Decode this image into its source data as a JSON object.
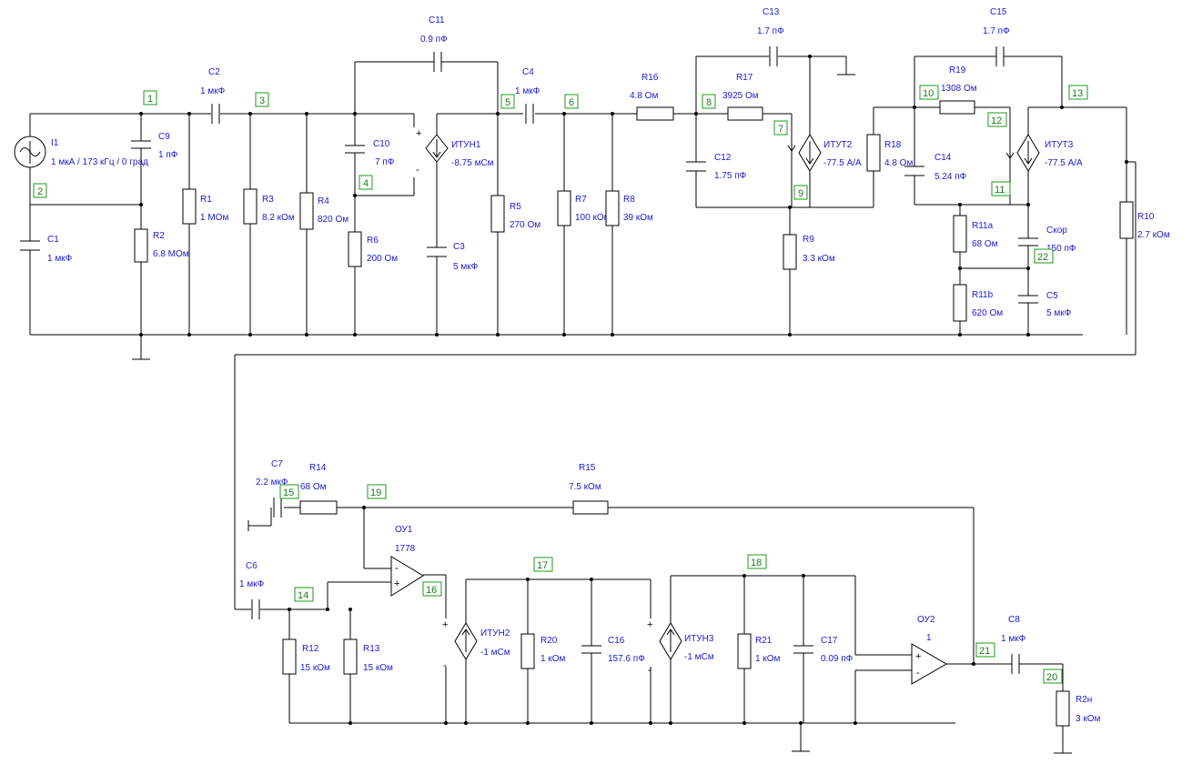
{
  "components": {
    "I1": {
      "name": "I1",
      "value": "1 мкА / 173 кГц / 0 град"
    },
    "C1": {
      "name": "C1",
      "value": "1 мкФ"
    },
    "C9": {
      "name": "C9",
      "value": "1 пФ"
    },
    "R2": {
      "name": "R2",
      "value": "6.8 МОм"
    },
    "C2": {
      "name": "C2",
      "value": "1 мкФ"
    },
    "R1": {
      "name": "R1",
      "value": "1 МОм"
    },
    "R3": {
      "name": "R3",
      "value": "8.2 кОм"
    },
    "R4": {
      "name": "R4",
      "value": "820 Ом"
    },
    "C10": {
      "name": "C10",
      "value": "7 пФ"
    },
    "R6": {
      "name": "R6",
      "value": "200 Ом"
    },
    "C11": {
      "name": "C11",
      "value": "0.9 пФ"
    },
    "ITUN1": {
      "name": "ИТУН1",
      "value": "-8.75 мСм"
    },
    "C3": {
      "name": "C3",
      "value": "5 мкФ"
    },
    "R5": {
      "name": "R5",
      "value": "270 Ом"
    },
    "C4": {
      "name": "C4",
      "value": "1 мкФ"
    },
    "R7": {
      "name": "R7",
      "value": "100 кОм"
    },
    "R8": {
      "name": "R8",
      "value": "39 кОм"
    },
    "R16": {
      "name": "R16",
      "value": "4.8 Ом"
    },
    "C12": {
      "name": "C12",
      "value": "1.75 пФ"
    },
    "R17": {
      "name": "R17",
      "value": "3925 Ом"
    },
    "C13": {
      "name": "C13",
      "value": "1.7 пФ"
    },
    "ITUT2": {
      "name": "ИТУТ2",
      "value": "-77.5 А/А"
    },
    "R9": {
      "name": "R9",
      "value": "3.3 кОм"
    },
    "R18": {
      "name": "R18",
      "value": "4.8 Ом"
    },
    "C14": {
      "name": "C14",
      "value": "5.24 пФ"
    },
    "R19": {
      "name": "R19",
      "value": "1308 Ом"
    },
    "C15": {
      "name": "C15",
      "value": "1.7 пФ"
    },
    "ITUT3": {
      "name": "ИТУТ3",
      "value": "-77.5 А/А"
    },
    "R11a": {
      "name": "R11a",
      "value": "68 Ом"
    },
    "R11b": {
      "name": "R11b",
      "value": "620 Ом"
    },
    "Ckor": {
      "name": "Cкор",
      "value": "150 пФ"
    },
    "C5": {
      "name": "C5",
      "value": "5 мкФ"
    },
    "R10": {
      "name": "R10",
      "value": "2.7 кОм"
    },
    "C7": {
      "name": "C7",
      "value": "2.2 мкФ"
    },
    "R14": {
      "name": "R14",
      "value": "68 Ом"
    },
    "R15": {
      "name": "R15",
      "value": "7.5 кОм"
    },
    "OU1": {
      "name": "ОУ1",
      "value": "1778"
    },
    "C6": {
      "name": "C6",
      "value": "1 мкФ"
    },
    "R12": {
      "name": "R12",
      "value": "15 кОм"
    },
    "R13": {
      "name": "R13",
      "value": "15 кОм"
    },
    "ITUN2": {
      "name": "ИТУН2",
      "value": "-1 мСм"
    },
    "R20": {
      "name": "R20",
      "value": "1 кОм"
    },
    "C16": {
      "name": "C16",
      "value": "157.6 пФ"
    },
    "ITUN3": {
      "name": "ИТУН3",
      "value": "-1 мСм"
    },
    "R21": {
      "name": "R21",
      "value": "1 кОм"
    },
    "C17": {
      "name": "C17",
      "value": "0.09 пФ"
    },
    "OU2": {
      "name": "ОУ2",
      "value": "1"
    },
    "C8": {
      "name": "C8",
      "value": "1 мкФ"
    },
    "R2n": {
      "name": "R2н",
      "value": "3 кОм"
    }
  },
  "nodes": {
    "n1": "1",
    "n2": "2",
    "n3": "3",
    "n4": "4",
    "n5": "5",
    "n6": "6",
    "n7": "7",
    "n8": "8",
    "n9": "9",
    "n10": "10",
    "n11": "11",
    "n12": "12",
    "n13": "13",
    "n14": "14",
    "n15": "15",
    "n16": "16",
    "n17": "17",
    "n18": "18",
    "n19": "19",
    "n20": "20",
    "n21": "21",
    "n22": "22"
  },
  "signs": {
    "plus": "+",
    "minus": "-"
  }
}
